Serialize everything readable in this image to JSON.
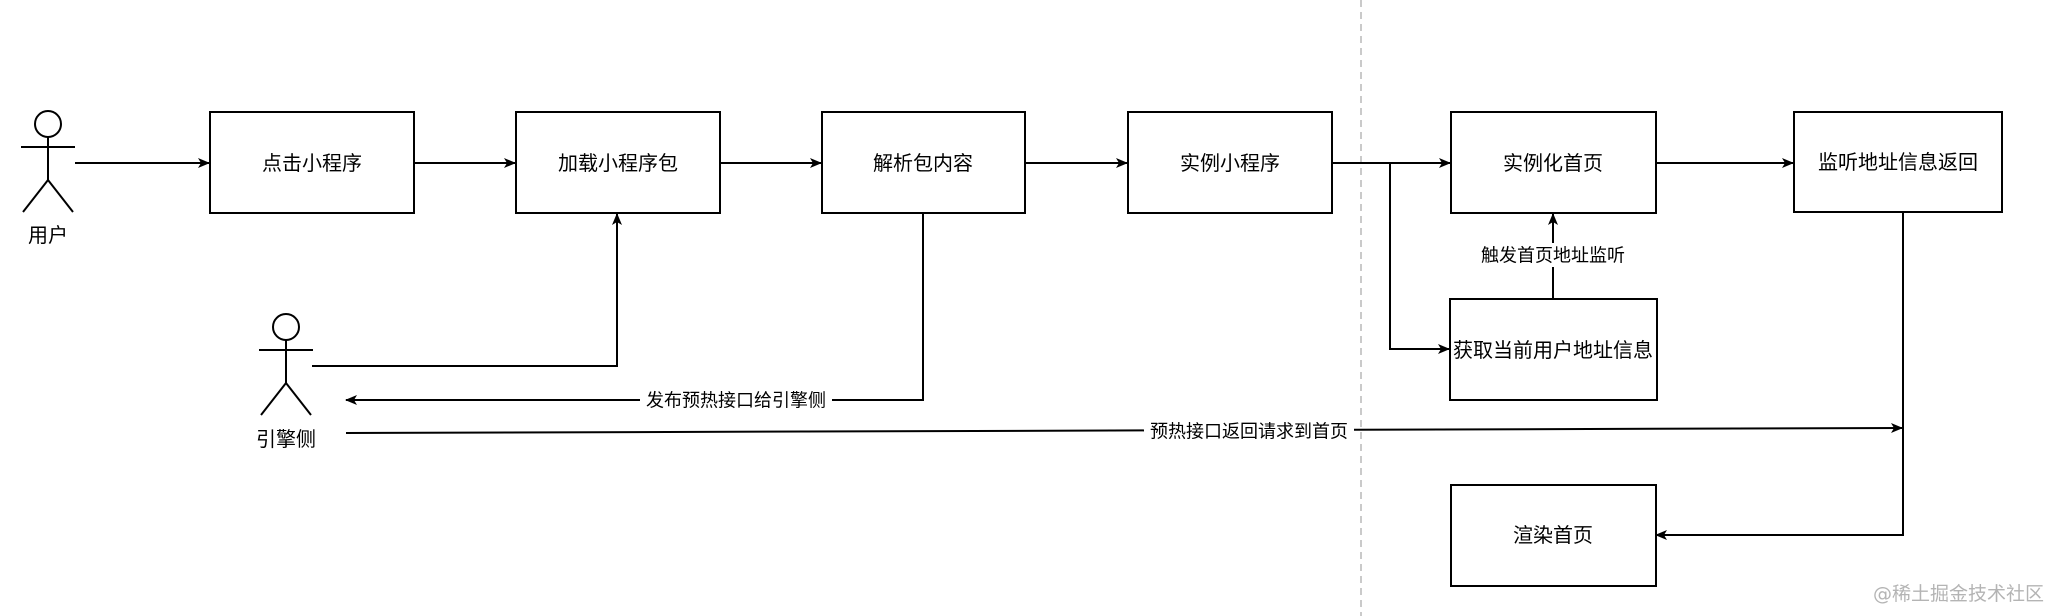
{
  "diagram": {
    "actors": [
      {
        "id": "user",
        "label": "用户"
      },
      {
        "id": "engine",
        "label": "引擎侧"
      }
    ],
    "nodes": [
      {
        "id": "click",
        "label": "点击小程序"
      },
      {
        "id": "load",
        "label": "加载小程序包"
      },
      {
        "id": "parse",
        "label": "解析包内容"
      },
      {
        "id": "instance",
        "label": "实例小程序"
      },
      {
        "id": "home",
        "label": "实例化首页"
      },
      {
        "id": "listen",
        "label": "监听地址信息返回"
      },
      {
        "id": "addr",
        "label": "获取当前用户地址信息"
      },
      {
        "id": "render",
        "label": "渲染首页"
      }
    ],
    "edges": [
      {
        "id": "e1",
        "from": "user",
        "to": "click",
        "label": ""
      },
      {
        "id": "e2",
        "from": "click",
        "to": "load",
        "label": ""
      },
      {
        "id": "e3",
        "from": "load",
        "to": "parse",
        "label": ""
      },
      {
        "id": "e4",
        "from": "parse",
        "to": "instance",
        "label": ""
      },
      {
        "id": "e5",
        "from": "instance",
        "to": "home",
        "label": ""
      },
      {
        "id": "e6",
        "from": "home",
        "to": "listen",
        "label": ""
      },
      {
        "id": "e7",
        "from": "engine",
        "to": "load",
        "label": ""
      },
      {
        "id": "e8",
        "from": "parse",
        "to": "engine",
        "label": "发布预热接口给引擎侧"
      },
      {
        "id": "e9",
        "from": "engine",
        "to": "listen",
        "label": "预热接口返回请求到首页"
      },
      {
        "id": "e10",
        "from": "instance",
        "to": "addr",
        "label": ""
      },
      {
        "id": "e11",
        "from": "addr",
        "to": "home",
        "label": "触发首页地址监听"
      },
      {
        "id": "e12",
        "from": "listen",
        "to": "render",
        "label": ""
      }
    ]
  },
  "watermark": "@稀土掘金技术社区"
}
